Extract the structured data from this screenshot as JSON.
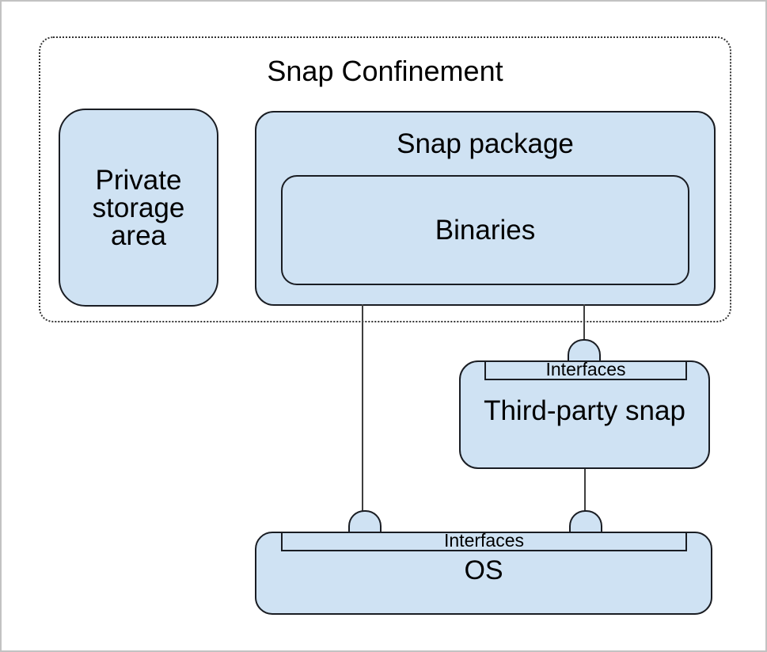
{
  "diagram": {
    "title": "Snap Confinement",
    "nodes": {
      "private_storage": {
        "label_lines": [
          "Private",
          "storage",
          "area"
        ]
      },
      "snap_package": {
        "label": "Snap package"
      },
      "binaries": {
        "label": "Binaries"
      },
      "third_party_snap": {
        "label": "Third-party snap",
        "interfaces_label": "Interfaces"
      },
      "os": {
        "label": "OS",
        "interfaces_label": "Interfaces"
      }
    },
    "edges": [
      {
        "from": "snap_package",
        "to": "os_interfaces"
      },
      {
        "from": "snap_package",
        "to": "third_party_snap_interfaces"
      },
      {
        "from": "third_party_snap",
        "to": "os_interfaces"
      }
    ],
    "colors": {
      "node_fill": "#cfe2f3",
      "node_stroke": "#1a1d23",
      "connector": "#3f3f3f",
      "container_border": "#333333",
      "text": "#000000",
      "canvas_frame": "#c2c2c2"
    }
  }
}
